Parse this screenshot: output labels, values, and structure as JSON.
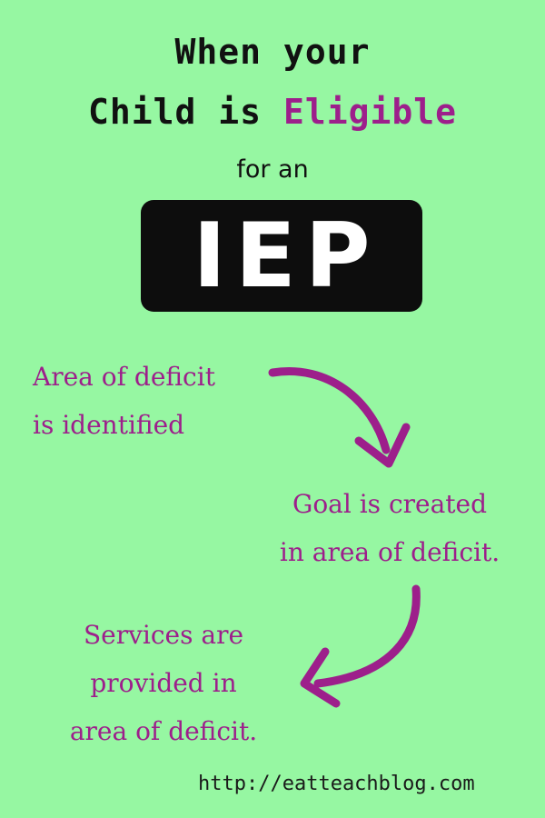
{
  "title": {
    "line1": "When your",
    "line2_before": "Child is ",
    "line2_highlight": "Eligible",
    "line3": "for an",
    "badge": "IEP"
  },
  "steps": [
    {
      "line1": "Area of deficit",
      "line2": "is identified"
    },
    {
      "line1": "Goal is created",
      "line2": "in area of deficit."
    },
    {
      "line1": "Services are",
      "line2": "provided in",
      "line3": "area of deficit."
    }
  ],
  "footer": {
    "url": "http://eatteachblog.com"
  },
  "colors": {
    "background": "#96f7a2",
    "accent": "#9d1f8b",
    "badge_background": "#0d0d0d",
    "text": "#111111"
  },
  "icons": {
    "arrow1": "curved-arrow-down-right-icon",
    "arrow2": "curved-arrow-down-left-icon"
  }
}
